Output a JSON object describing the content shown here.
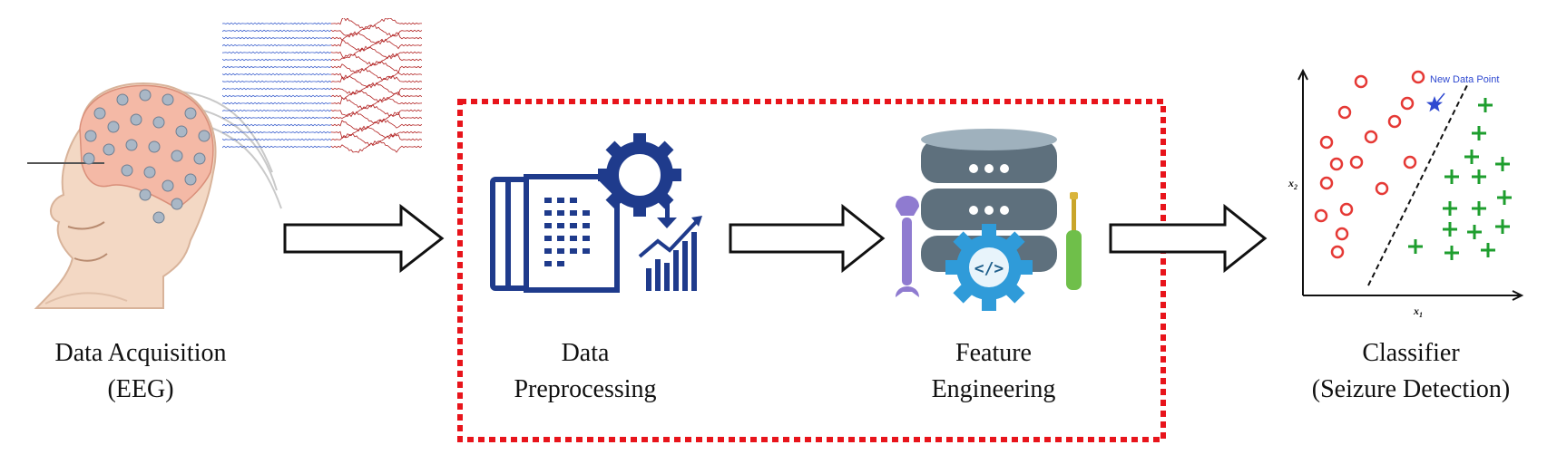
{
  "stages": [
    {
      "line1": "Data Acquisition",
      "line2": "(EEG)"
    },
    {
      "line1": "Data",
      "line2": "Preprocessing"
    },
    {
      "line1": "Feature",
      "line2": "Engineering"
    },
    {
      "line1": "Classifier",
      "line2": "(Seizure Detection)"
    }
  ],
  "scatter": {
    "annotation": "New Data Point",
    "x_label": "x",
    "x_sub": "1",
    "y_label": "x",
    "y_sub": "2"
  },
  "colors": {
    "dashed_box": "#e8141b",
    "icon_blue": "#1f3b8c",
    "eeg_blue": "#3a5fcd",
    "eeg_red": "#b22222",
    "circle_red": "#e53935",
    "plus_green": "#1e9e2e",
    "star_blue": "#2f49d1"
  }
}
